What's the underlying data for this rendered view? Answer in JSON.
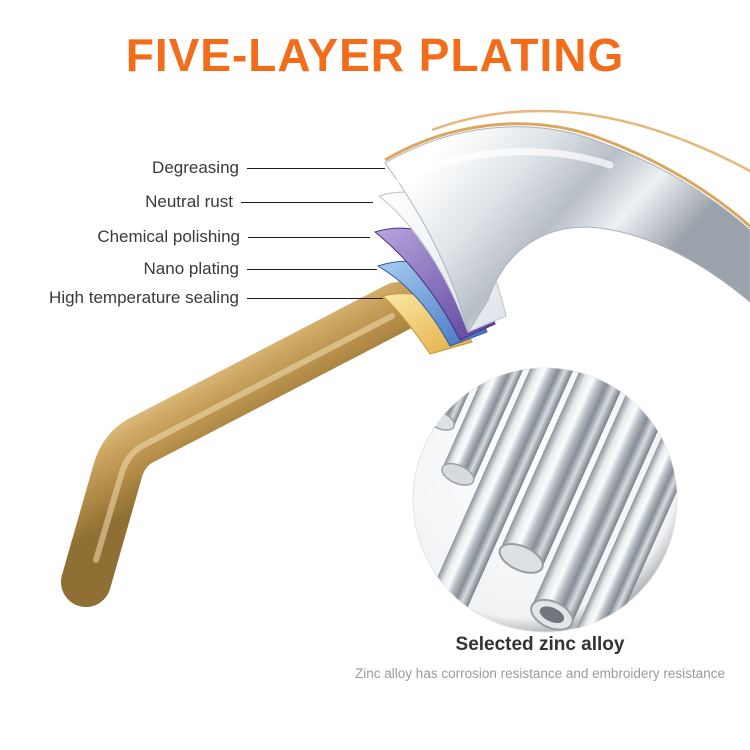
{
  "title": "FIVE-LAYER PLATING",
  "layers": {
    "items": [
      {
        "label": "Degreasing"
      },
      {
        "label": "Neutral rust"
      },
      {
        "label": "Chemical polishing"
      },
      {
        "label": "Nano plating"
      },
      {
        "label": "High temperature sealing"
      }
    ]
  },
  "inset": {
    "caption": "Selected zinc alloy",
    "subcaption": "Zinc alloy has corrosion resistance and embroidery resistance"
  },
  "colors": {
    "title_orange": "#F26C1A",
    "handle_gold": "#C9A25E",
    "layer_white": "#F4F7F9",
    "layer_purple": "#5A3F9E",
    "layer_blue": "#3F6FC0",
    "layer_yellow": "#E9B94E",
    "text_dark": "#3a3a3a",
    "text_gray": "#9b9b9b"
  }
}
